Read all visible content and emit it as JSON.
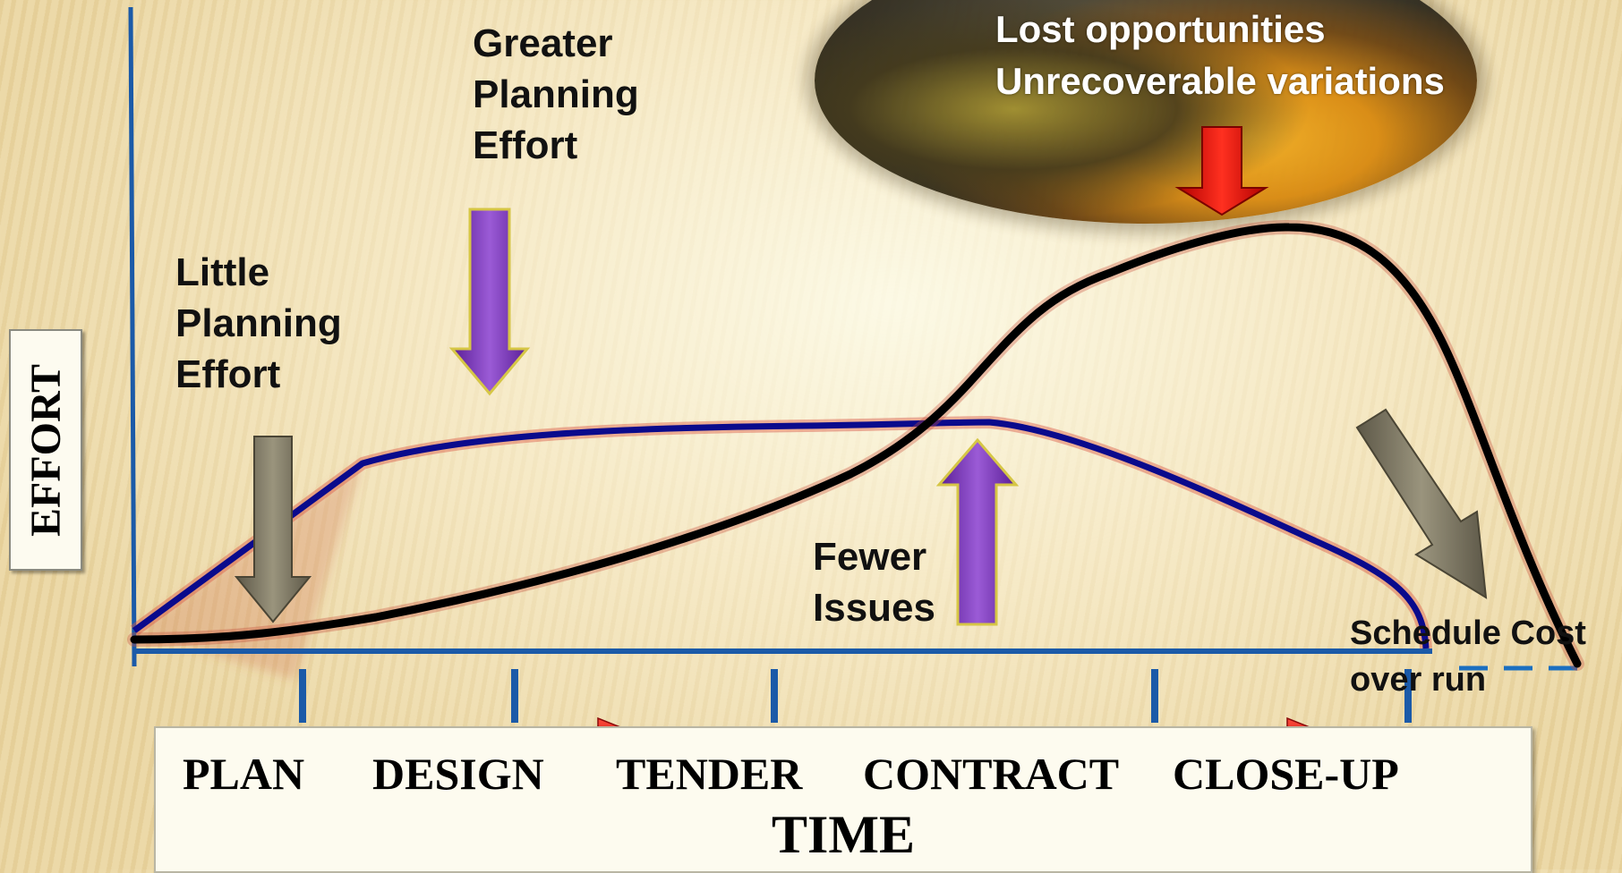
{
  "labels": {
    "little_planning": [
      "Little",
      "Planning",
      "Effort"
    ],
    "greater_planning": [
      "Greater",
      "Planning",
      "Effort"
    ],
    "lost": [
      "Lost opportunities",
      "Unrecoverable variations"
    ],
    "fewer_issues": [
      "Fewer",
      "Issues"
    ],
    "schedule_cost": [
      "Schedule Cost",
      "over run"
    ]
  },
  "axes": {
    "y_label": "EFFORT",
    "x_label": "TIME"
  },
  "phases": [
    "PLAN",
    "DESIGN",
    "TENDER",
    "CONTRACT",
    "CLOSE-UP"
  ],
  "colors": {
    "axis": "#1b5aa8",
    "blue_curve": "#0a0a8c",
    "black_curve": "#000000",
    "purple_arrow": "#7a2fb8",
    "grey_arrow": "#7a7460",
    "red_arrow": "#e01010",
    "phase_arrow": "#d01818"
  },
  "icons": {
    "down_arrow": "down-arrow-icon",
    "up_arrow": "up-arrow-icon",
    "right_arrow": "right-arrow-icon"
  }
}
